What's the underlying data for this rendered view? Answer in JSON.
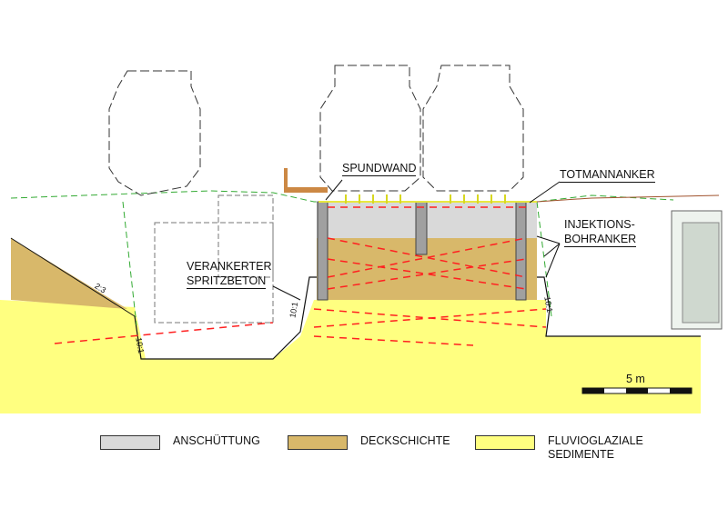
{
  "labels": {
    "spundwand": "SPUNDWAND",
    "totmannanker": "TOTMANNANKER",
    "injektions_line1": "INJEKTIONS-",
    "injektions_line2": "BOHRANKER",
    "verankerter_line1": "VERANKERTER",
    "verankerter_line2": "SPRITZBETON"
  },
  "slopes": {
    "left_embankment": "2:3",
    "left_pit": "10:1",
    "left_pit_lower": "10:1",
    "right_pit": "10:1"
  },
  "scale_bar": {
    "label": "5 m"
  },
  "legend": [
    {
      "label_lines": [
        "ANSCHÜTTUNG"
      ],
      "color": "#d9d9d9"
    },
    {
      "label_lines": [
        "DECKSCHICHTE"
      ],
      "color": "#d8b86a"
    },
    {
      "label_lines": [
        "FLUVIOGLAZIALE",
        "SEDIMENTE"
      ],
      "color": "#ffff80"
    }
  ],
  "colors": {
    "fill": "#d9d9d9",
    "cover": "#d8b86a",
    "sediment": "#ffff80",
    "anchor": "#ff2020",
    "sheet_pile": "#a0a0a0",
    "trench_green": "#33aa33"
  }
}
